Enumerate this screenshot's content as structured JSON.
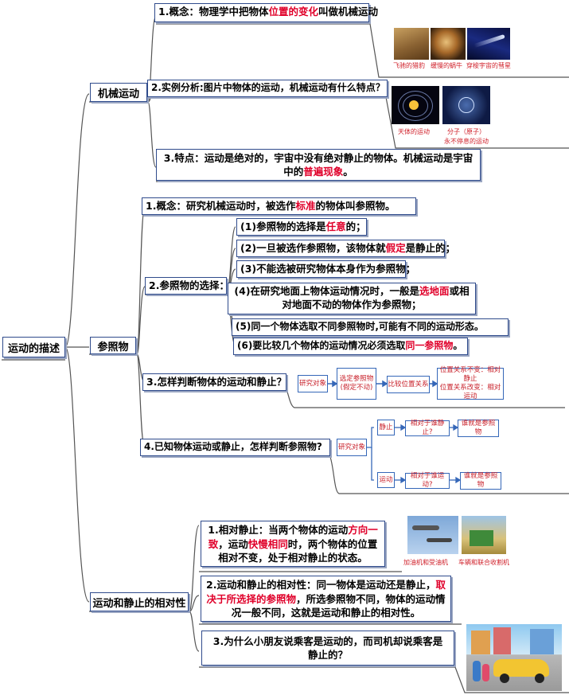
{
  "root": "运动的描述",
  "branches": {
    "motion": "机械运动",
    "reference": "参照物",
    "relativity": "运动和静止的相对性"
  },
  "mech": {
    "p1_a": "1.概念：物理学中把物体",
    "p1_red": "位置的变化",
    "p1_b": "叫做机械运动",
    "p2": "2.实例分析:图片中物体的运动，机械运动有什么特点？",
    "p3_a": "3.特点：运动是绝对的，宇宙中没有绝对静止的物体。机械运动是宇宙中的",
    "p3_red": "普遍现象",
    "p3_b": "。",
    "img_caps_top": [
      "飞驰的猎豹",
      "缓慢的蜗牛",
      "穿梭宇宙的彗星"
    ],
    "img_caps_mid": [
      "天体的运动",
      "分子（原子）",
      "永不停息的运动"
    ]
  },
  "ref": {
    "c1_a": "1.概念：研究机械运动时，被选作",
    "c1_red": "标准",
    "c1_b": "的物体叫参照物。",
    "c2": "2.参照物的选择：",
    "r1_a": "(1)参照物的选择是",
    "r1_red": "任意",
    "r1_b": "的；",
    "r2_a": "(2)一旦被选作参照物，该物体就",
    "r2_red": "假定",
    "r2_b": "是静止的；",
    "r3": "(3)不能选被研究物体本身作为参照物；",
    "r4_a": "(4)在研究地面上物体运动情况时，一般是",
    "r4_red": "选地面",
    "r4_b": "或相对地面不动的物体作为参照物；",
    "r5": "(5)同一个物体选取不同参照物时,可能有不同的运动形态。",
    "r6_a": "(6)要比较几个物体的运动情况必须选取",
    "r6_red": "同一参照物",
    "r6_b": "。",
    "c3": "3.怎样判断物体的运动和静止？",
    "c4": "4.已知物体运动或静止，怎样判断参照物?",
    "flow1": {
      "a": "研究对象",
      "b1": "选定参照物",
      "b2": "(假定不动)",
      "c": "比较位置关系",
      "d1": "位置关系不变：相对静止",
      "d2": "位置关系改变：相对运动"
    },
    "flow2": {
      "obj": "研究对象",
      "still": "静止",
      "still_q": "相对于谁静止?",
      "still_a": "谁就是参照物",
      "move": "运动",
      "move_q": "相对于谁运动?",
      "move_a": "谁就是参照物"
    }
  },
  "rel": {
    "s1_a": "1.相对静止：当两个物体的运动",
    "s1_red1": "方向一致",
    "s1_b": "，运动",
    "s1_red2": "快慢相同",
    "s1_c": "时，两个物体的位置相对不变，处于相对静止的状态。",
    "s2_a": "2.运动和静止的相对性：同一物体是运动还是静止，",
    "s2_red": "取决于所选择的参照物",
    "s2_b": "，所选参照物不同，物体的运动情况一般不同，这就是运动和静止的相对性。",
    "s3": "3.为什么小朋友说乘客是运动的，而司机却说乘客是静止的？",
    "cap_planes": "加油机和受油机",
    "cap_harvest": "车辆和联合收割机"
  },
  "colors": {
    "border": "#2f4b8c",
    "red": "#e0002a",
    "line": "#555555"
  }
}
